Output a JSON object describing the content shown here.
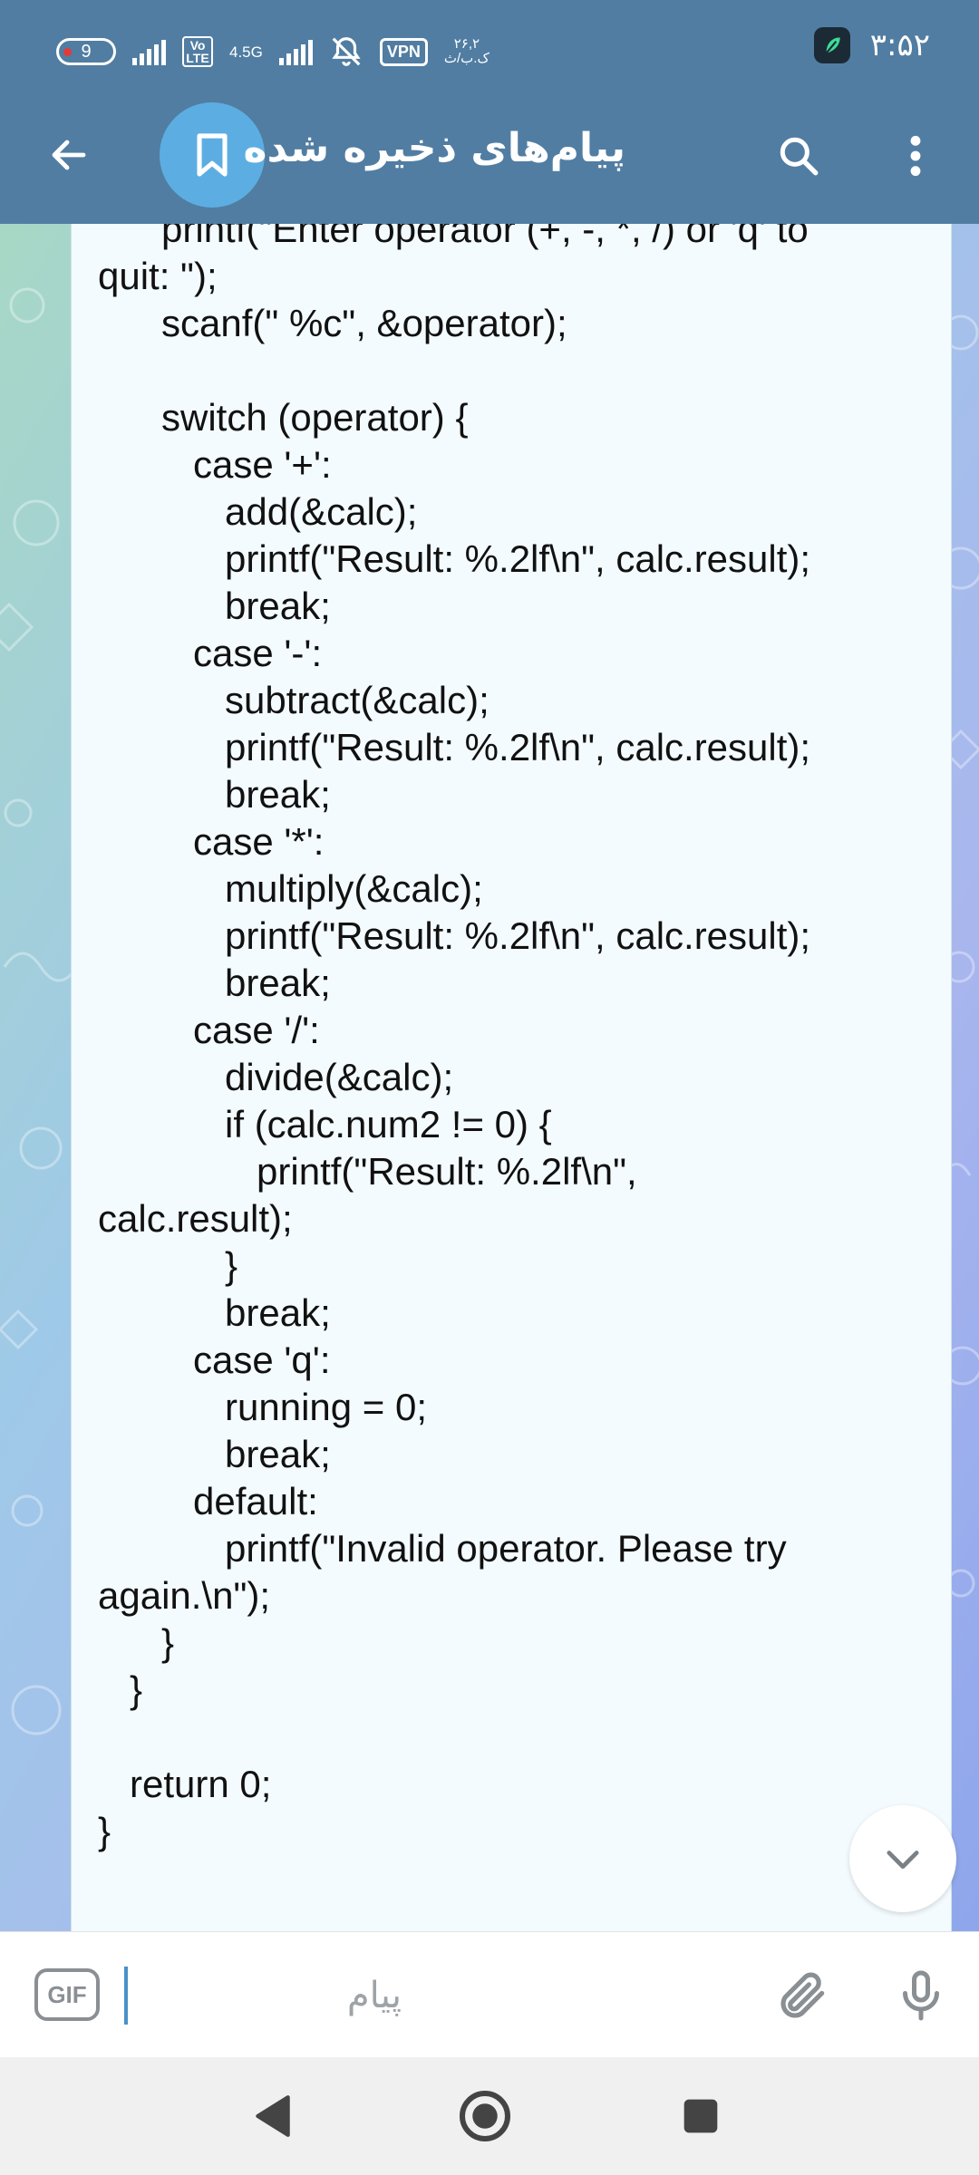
{
  "status_bar": {
    "battery_level": "9",
    "volte_label": "Vo LTE",
    "network_label": "4.5G",
    "vpn_label": "VPN",
    "speed_value": "۲۶,۲",
    "speed_unit": "ک.ب/ث",
    "time": "۳:۵۲"
  },
  "header": {
    "title": "پیام‌های ذخیره شده",
    "icons": [
      "back-arrow-icon",
      "bookmark-icon",
      "search-icon",
      "more-vertical-icon"
    ]
  },
  "message": {
    "code": "      printf(\"Enter operator (+, -, *, /) or 'q' to\nquit: \");\n      scanf(\" %c\", &operator);\n\n      switch (operator) {\n         case '+':\n            add(&calc);\n            printf(\"Result: %.2lf\\n\", calc.result);\n            break;\n         case '-':\n            subtract(&calc);\n            printf(\"Result: %.2lf\\n\", calc.result);\n            break;\n         case '*':\n            multiply(&calc);\n            printf(\"Result: %.2lf\\n\", calc.result);\n            break;\n         case '/':\n            divide(&calc);\n            if (calc.num2 != 0) {\n               printf(\"Result: %.2lf\\n\",\ncalc.result);\n            }\n            break;\n         case 'q':\n            running = 0;\n            break;\n         default:\n            printf(\"Invalid operator. Please try\nagain.\\n\");\n      }\n   }\n\n   return 0;\n}"
  },
  "input_bar": {
    "gif_label": "GIF",
    "placeholder": "پیام",
    "value": ""
  },
  "colors": {
    "header_bg": "#517da2",
    "avatar_bg": "#5caee2",
    "bubble_bg": "#f4fbfe"
  }
}
